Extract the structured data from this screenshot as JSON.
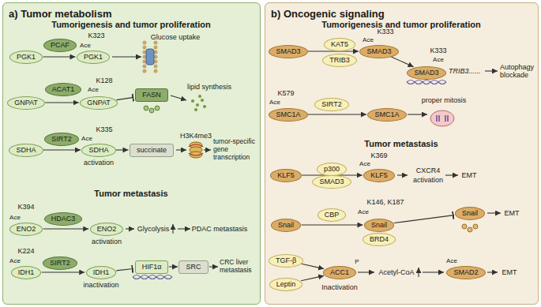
{
  "diagram": {
    "nodes": [
      {
        "text": [
          "a) Tumor metabolism"
        ]
      },
      {
        "text": [
          "PGK1"
        ],
        "in": 0
      },
      {
        "text": [
          "PCAF"
        ],
        "in": 0
      },
      {
        "text": [
          "PGK1"
        ],
        "in": 0
      },
      {
        "text": [
          "GNPAT"
        ],
        "in": 0
      },
      {
        "text": [
          "ACAT1"
        ],
        "in": 0
      },
      {
        "text": [
          "GNPAT"
        ],
        "in": 0
      },
      {
        "text": [
          "FASN"
        ],
        "in": 0
      },
      {
        "text": [
          "SDHA"
        ],
        "in": 0
      },
      {
        "text": [
          "SIRT2"
        ],
        "in": 0
      },
      {
        "text": [
          "SDHA"
        ],
        "in": 0
      },
      {
        "text": [
          "succinate"
        ],
        "in": 0
      },
      {
        "text": [
          "ENO2"
        ],
        "in": 0
      },
      {
        "text": [
          "HDAC3"
        ],
        "in": 0
      },
      {
        "text": [
          "ENO2"
        ],
        "in": 0
      },
      {
        "text": [
          "IDH1"
        ],
        "in": 0
      },
      {
        "text": [
          "SIRT2"
        ],
        "in": 0
      },
      {
        "text": [
          "IDH1"
        ],
        "in": 0
      },
      {
        "text": [
          "HIF1α"
        ],
        "in": 0
      },
      {
        "text": [
          "SRC"
        ],
        "in": 0
      },
      {
        "text": [
          "b) Oncogenic signaling"
        ]
      },
      {
        "text": [
          "SMAD3"
        ],
        "in": 20
      },
      {
        "text": [
          "KAT5"
        ],
        "in": 20
      },
      {
        "text": [
          "TRIB3"
        ],
        "in": 20
      },
      {
        "text": [
          "SMAD3"
        ],
        "in": 20
      },
      {
        "text": [
          "SMAD3"
        ],
        "in": 20
      },
      {
        "text": [
          "SMC1A"
        ],
        "in": 20
      },
      {
        "text": [
          "SIRT2"
        ],
        "in": 20
      },
      {
        "text": [
          "SMC1A"
        ],
        "in": 20
      },
      {
        "text": [
          "KLF5"
        ],
        "in": 20
      },
      {
        "text": [
          "p300"
        ],
        "in": 20
      },
      {
        "text": [
          "SMAD3"
        ],
        "in": 20
      },
      {
        "text": [
          "KLF5"
        ],
        "in": 20
      },
      {
        "text": [
          "Snail"
        ],
        "in": 20
      },
      {
        "text": [
          "CBP"
        ],
        "in": 20
      },
      {
        "text": [
          "Snail"
        ],
        "in": 20
      },
      {
        "text": [
          "BRD4"
        ],
        "in": 20
      },
      {
        "text": [
          "Snail"
        ],
        "in": 20
      },
      {
        "text": [
          "TGF-β"
        ],
        "in": 20
      },
      {
        "text": [
          "Leptin"
        ],
        "in": 20
      },
      {
        "text": [
          "ACC1"
        ],
        "in": 20
      },
      {
        "text": [
          "SMAD2"
        ],
        "in": 20
      }
    ],
    "edges": [
      {
        "from": 1,
        "to": 3,
        "arrow": "to"
      },
      {
        "from": 4,
        "to": 6,
        "arrow": "to"
      },
      {
        "from": 6,
        "to": 7,
        "arrow": "to"
      },
      {
        "from": 8,
        "to": 10,
        "arrow": "to"
      },
      {
        "from": 10,
        "to": 11,
        "arrow": "to"
      },
      {
        "from": 12,
        "to": 14,
        "arrow": "to"
      },
      {
        "from": 15,
        "to": 17,
        "arrow": "to"
      },
      {
        "from": 17,
        "to": 18,
        "arrow": "to"
      },
      {
        "from": 18,
        "to": 19,
        "arrow": "to"
      },
      {
        "from": 21,
        "to": 24,
        "arrow": "to"
      },
      {
        "from": 24,
        "to": 25,
        "arrow": "to"
      },
      {
        "from": 26,
        "to": 28,
        "arrow": "to"
      },
      {
        "from": 29,
        "to": 32,
        "arrow": "to"
      },
      {
        "from": 33,
        "to": 35,
        "arrow": "to"
      },
      {
        "from": 35,
        "to": 37,
        "arrow": "to"
      },
      {
        "from": 38,
        "to": 40,
        "arrow": "to"
      },
      {
        "from": 39,
        "to": 40,
        "arrow": "to"
      }
    ],
    "labels": [
      "Tumorigenesis and tumor proliferation",
      "K323",
      "Ace",
      "Glucose uptake",
      "K128",
      "Ace",
      "lipid synthesis",
      "K335",
      "Ace",
      "activation",
      "H3K4me3",
      "tumor-specific gene transcription",
      "Tumor metastasis",
      "K394",
      "Ace",
      "activation",
      "Glycolysis",
      "PDAC metastasis",
      "K224",
      "Ace",
      "inactivation",
      "CRC liver metastasis",
      "Tumorigenesis and tumor proliferation",
      "K333",
      "Ace",
      "K333",
      "Ace",
      "TRIB3......",
      "Autophagy blockade",
      "K579",
      "Ace",
      "proper mitosis",
      "Tumor metastasis",
      "K369",
      "Ace",
      "CXCR4",
      "activation",
      "EMT",
      "K146, K187",
      "Ace",
      "EMT",
      "P",
      "Inactivation",
      "Acetyl-CoA",
      "Ace",
      "EMT"
    ]
  }
}
